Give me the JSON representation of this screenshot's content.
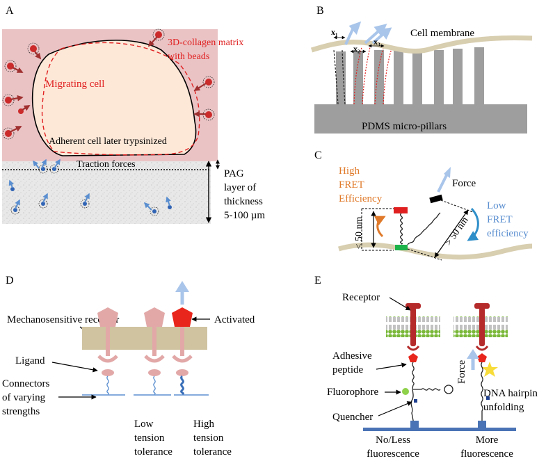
{
  "panels": {
    "a": {
      "letter": "A",
      "matrix_label": [
        "3D-collagen matrix",
        "with beads"
      ],
      "cell_label": "Migrating cell",
      "adherent_label": "Adherent cell later trypsinized",
      "traction_label": "Traction forces",
      "pag_label": [
        "PAG",
        "layer of",
        "thickness",
        "5-100 µm"
      ]
    },
    "b": {
      "letter": "B",
      "membrane_label": "Cell membrane",
      "pillars_label": "PDMS micro-pillars",
      "x1": "x₁",
      "x2": "x₂",
      "x3": "x₃"
    },
    "c": {
      "letter": "C",
      "high_label": [
        "High",
        "FRET",
        "Efficiency"
      ],
      "force_label": "Force",
      "low_label": [
        "Low",
        "FRET",
        "efficiency"
      ],
      "dist_left": "< 50 nm",
      "dist_right": "> 50 nm"
    },
    "d": {
      "letter": "D",
      "receptor_label": "Mechanosensitive receptor",
      "activated_label": "Activated",
      "ligand_label": "Ligand",
      "connector_label": [
        "Connectors",
        "of varying",
        "strengths"
      ],
      "low_label": [
        "Low",
        "tension",
        "tolerance"
      ],
      "high_label": [
        "High",
        "tension",
        "tolerance"
      ]
    },
    "e": {
      "letter": "E",
      "receptor_label": "Receptor",
      "peptide_label": [
        "Adhesive",
        "peptide"
      ],
      "fluorophore_label": "Fluorophore",
      "quencher_label": "Quencher",
      "force_label": "Force",
      "hairpin_label": [
        "DNA hairpin",
        "unfolding"
      ],
      "no_fluor_label": [
        "No/Less",
        "fluorescence"
      ],
      "more_fluor_label": [
        "More",
        "fluorescence"
      ]
    }
  },
  "colors": {
    "matrix_pink": "#eac3c5",
    "cell_fill": "#fde7d7",
    "red_text": "#e02020",
    "orange_text": "#e07a2a",
    "blue_text": "#5b8fd0",
    "light_blue_arrow": "#a9c5ea",
    "receptor_pink": "#e2a8a8",
    "membrane_tan": "#cfc3a0",
    "pillar_gray": "#9e9e9e",
    "lipid_green": "#7ab83a",
    "substrate_blue": "#4a73b5"
  }
}
